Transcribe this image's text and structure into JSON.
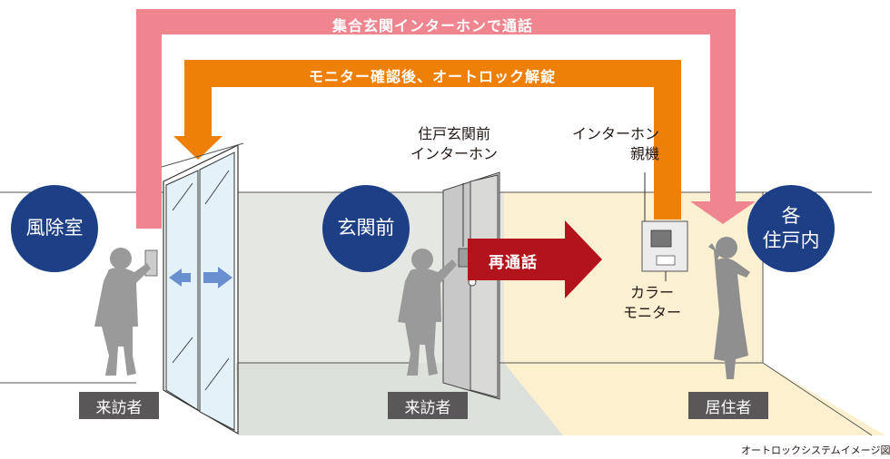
{
  "arrows": {
    "pink_label": "集合玄関インターホンで通話",
    "orange_label": "モニター確認後、オートロック解錠",
    "red_label": "再通話"
  },
  "zones": {
    "windbreak": "風除室",
    "entrance_front": "玄関前",
    "each_unit": "各\n住戸内"
  },
  "callouts": {
    "door_intercom": "住戸玄関前\nインターホン",
    "master_unit": "インターホン\n親機",
    "color_monitor": "カラー\nモニター"
  },
  "people": {
    "visitor_1": "来訪者",
    "visitor_2": "来訪者",
    "resident": "居住者"
  },
  "caption": "オートロックシステムイメージ図",
  "colors": {
    "pink": "#ee858f",
    "orange": "#ee8007",
    "dark_red": "#b3141c",
    "navy": "#1d3f86",
    "tag_gray": "#595757"
  }
}
